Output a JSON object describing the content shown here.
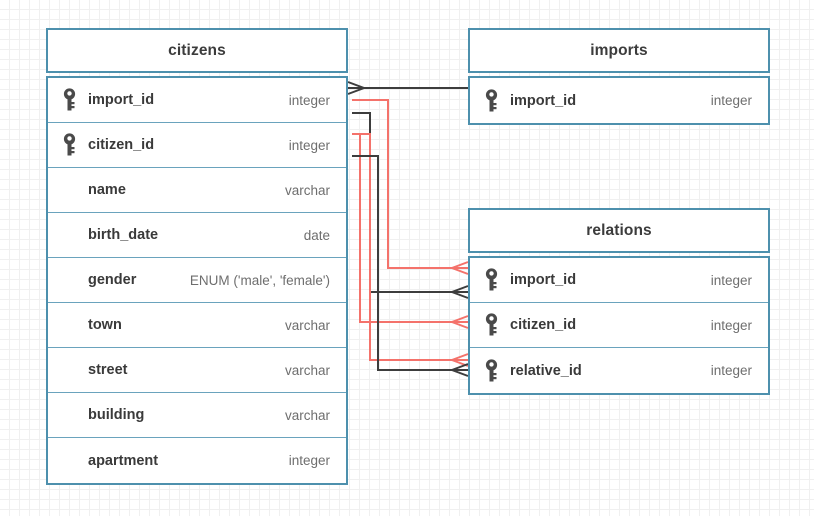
{
  "diagram": {
    "type": "er-diagram",
    "title": "",
    "background": "#ffffff",
    "grid": true,
    "colors": {
      "entity_border": "#4d90ad",
      "row_divider": "#6aa3bd",
      "text_primary": "#3a3a3a",
      "text_secondary": "#6e6e6e",
      "edge_dark": "#3d3d3d",
      "edge_red": "#f4726b",
      "grid_minor": "#f0f0f0",
      "grid_major": "#e2e2e2"
    }
  },
  "entities": [
    {
      "id": "citizens",
      "name": "citizens",
      "columns": [
        {
          "name": "import_id",
          "type": "integer",
          "key": true,
          "key_icon": "key-icon"
        },
        {
          "name": "citizen_id",
          "type": "integer",
          "key": true,
          "key_icon": "key-icon"
        },
        {
          "name": "name",
          "type": "varchar",
          "key": false,
          "key_icon": ""
        },
        {
          "name": "birth_date",
          "type": "date",
          "key": false,
          "key_icon": ""
        },
        {
          "name": "gender",
          "type": "ENUM ('male', 'female')",
          "key": false,
          "key_icon": ""
        },
        {
          "name": "town",
          "type": "varchar",
          "key": false,
          "key_icon": ""
        },
        {
          "name": "street",
          "type": "varchar",
          "key": false,
          "key_icon": ""
        },
        {
          "name": "building",
          "type": "varchar",
          "key": false,
          "key_icon": ""
        },
        {
          "name": "apartment",
          "type": "integer",
          "key": false,
          "key_icon": ""
        }
      ]
    },
    {
      "id": "imports",
      "name": "imports",
      "columns": [
        {
          "name": "import_id",
          "type": "integer",
          "key": true,
          "key_icon": "key-icon"
        }
      ]
    },
    {
      "id": "relations",
      "name": "relations",
      "columns": [
        {
          "name": "import_id",
          "type": "integer",
          "key": true,
          "key_icon": "key-icon"
        },
        {
          "name": "citizen_id",
          "type": "integer",
          "key": true,
          "key_icon": "key-icon"
        },
        {
          "name": "relative_id",
          "type": "integer",
          "key": true,
          "key_icon": "key-icon"
        }
      ]
    }
  ],
  "relationships": [
    {
      "id": "rel-1",
      "from": "citizens.import_id",
      "to": "imports.import_id",
      "color": "#3d3d3d",
      "marker_from": "crowsfoot",
      "marker_to": "none"
    },
    {
      "id": "rel-2",
      "from": "citizens.import_id",
      "to": "relations.import_id",
      "color": "#f4726b",
      "marker_from": "none",
      "marker_to": "crowsfoot"
    },
    {
      "id": "rel-3",
      "from": "citizens.import_id",
      "to": "relations.import_id",
      "color": "#3d3d3d",
      "marker_from": "none",
      "marker_to": "crowsfoot"
    },
    {
      "id": "rel-4",
      "from": "citizens.citizen_id",
      "to": "relations.citizen_id",
      "color": "#f4726b",
      "marker_from": "none",
      "marker_to": "crowsfoot"
    },
    {
      "id": "rel-5",
      "from": "citizens.citizen_id",
      "to": "relations.relative_id",
      "color": "#3d3d3d",
      "marker_from": "none",
      "marker_to": "crowsfoot"
    }
  ]
}
